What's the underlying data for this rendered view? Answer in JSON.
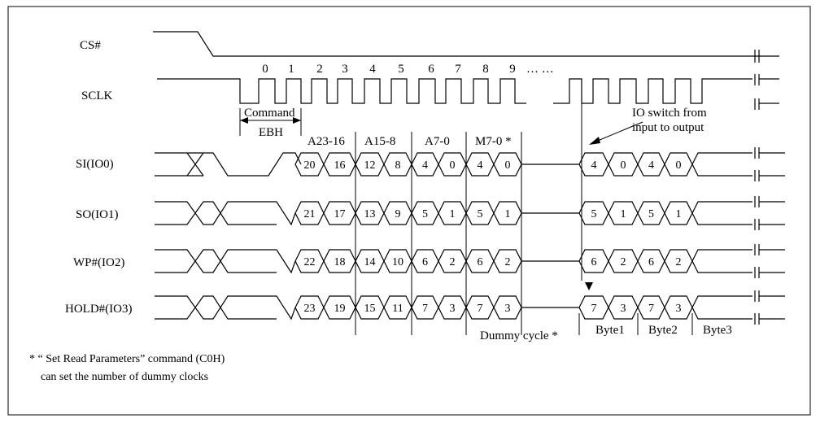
{
  "signals": {
    "cs": "CS#",
    "sclk": "SCLK",
    "si": "SI(IO0)",
    "so": "SO(IO1)",
    "wp": "WP#(IO2)",
    "hold": "HOLD#(IO3)"
  },
  "clock_numbers": [
    "0",
    "1",
    "2",
    "3",
    "4",
    "5",
    "6",
    "7",
    "8",
    "9"
  ],
  "clock_ellipsis": "… …",
  "command": {
    "label": "Command",
    "code": "EBH"
  },
  "address_groups": [
    "A23-16",
    "A15-8",
    "A7-0",
    "M7-0 *"
  ],
  "io_switch": {
    "line1": "IO switch from",
    "line2": "input to output"
  },
  "bus_values": {
    "si": [
      "20",
      "16",
      "12",
      "8",
      "4",
      "0",
      "4",
      "0"
    ],
    "so": [
      "21",
      "17",
      "13",
      "9",
      "5",
      "1",
      "5",
      "1"
    ],
    "wp": [
      "22",
      "18",
      "14",
      "10",
      "6",
      "2",
      "6",
      "2"
    ],
    "hold": [
      "23",
      "19",
      "15",
      "11",
      "7",
      "3",
      "7",
      "3"
    ]
  },
  "data_values": {
    "si": [
      "4",
      "0",
      "4",
      "0"
    ],
    "so": [
      "5",
      "1",
      "5",
      "1"
    ],
    "wp": [
      "6",
      "2",
      "6",
      "2"
    ],
    "hold": [
      "7",
      "3",
      "7",
      "3"
    ]
  },
  "bottom_labels": {
    "dummy": "Dummy cycle *",
    "byte1": "Byte1",
    "byte2": "Byte2",
    "byte3": "Byte3"
  },
  "footnote": {
    "line1": "*  “ Set Read Parameters” command (C0H)",
    "line2": "can set the number of dummy clocks"
  }
}
